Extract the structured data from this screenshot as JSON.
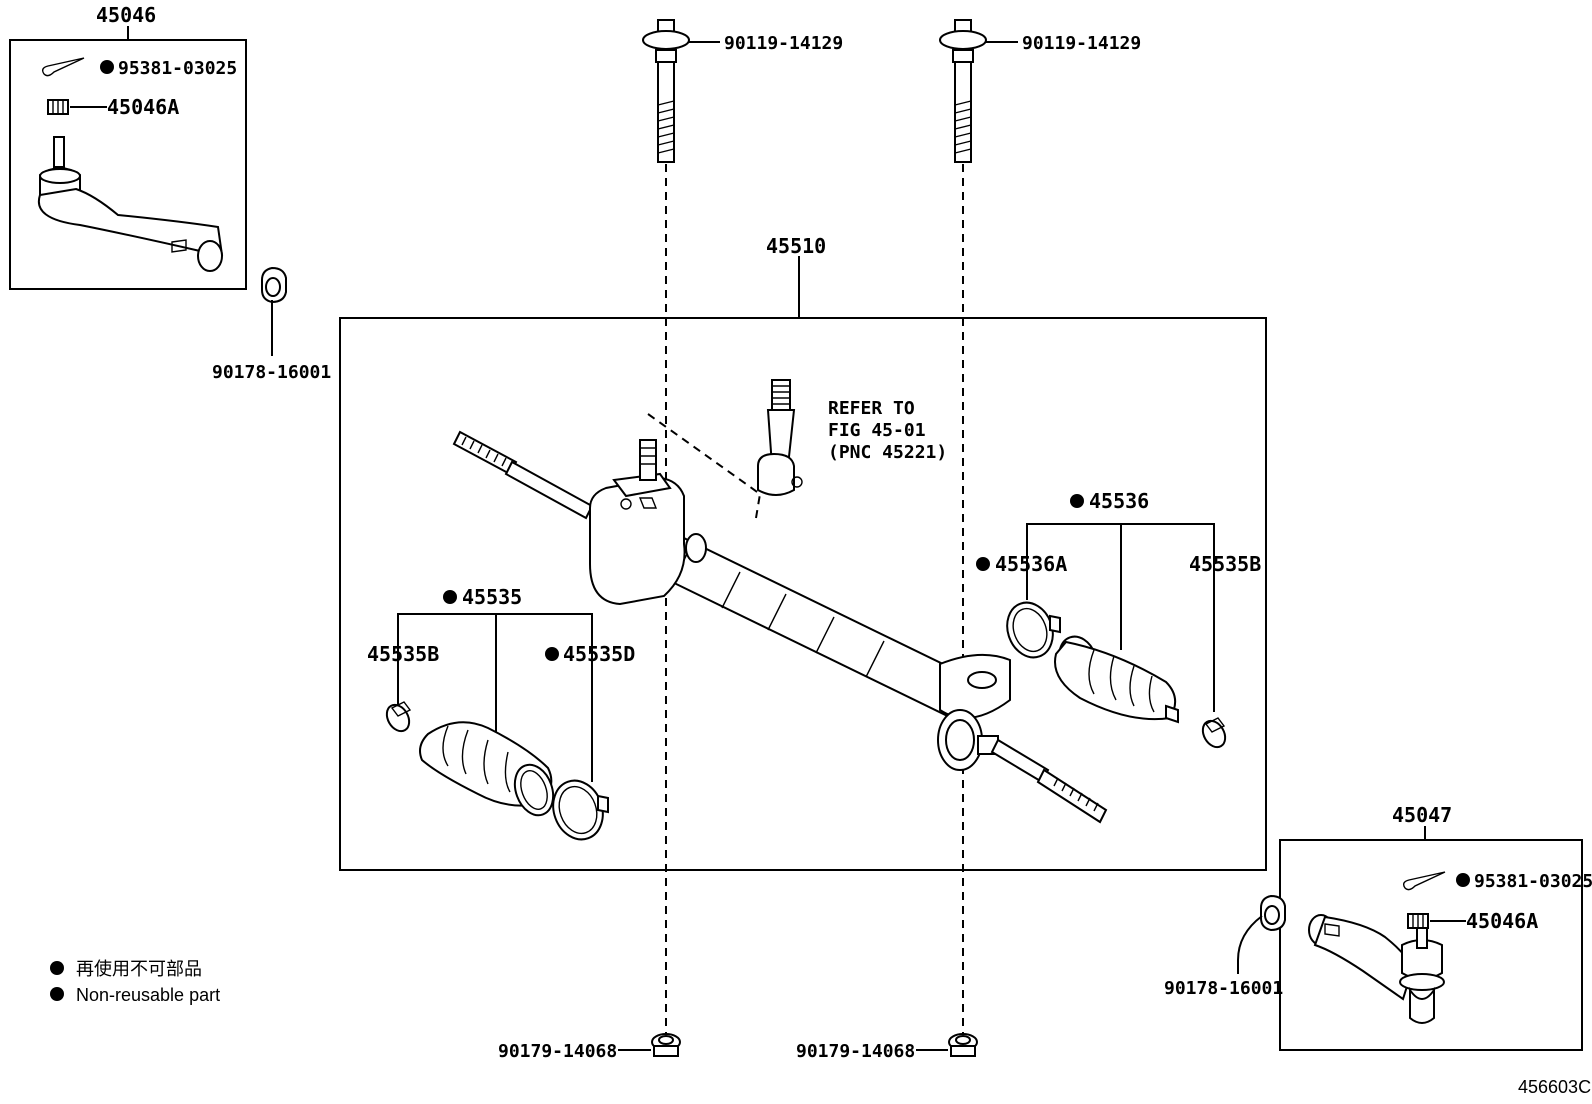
{
  "assembly": {
    "main_label": "45510",
    "left_tie_rod_end_label": "45046",
    "right_tie_rod_end_label": "45047"
  },
  "part_numbers": {
    "bolt_left": "90119-14129",
    "bolt_right": "90119-14129",
    "nut_left": "90179-14068",
    "nut_right": "90179-14068",
    "lock_nut_left": "90178-16001",
    "lock_nut_right": "90178-16001",
    "cotter_pin_left": "95381-03025",
    "cotter_pin_right": "95381-03025",
    "castle_nut_left": "45046A",
    "castle_nut_right": "45046A",
    "boot_kit_left": "45535",
    "clamp_left_small": "45535B",
    "clamp_left_large": "45535D",
    "boot_kit_right": "45536",
    "clamp_right_large": "45536A",
    "clamp_right_small": "45535B"
  },
  "refer_note": {
    "line1": "REFER TO",
    "line2": "FIG 45-01",
    "line3": "(PNC 45221)"
  },
  "legend": {
    "japanese": "再使用不可部品",
    "english": "Non-reusable part"
  },
  "figure_id": "456603C"
}
